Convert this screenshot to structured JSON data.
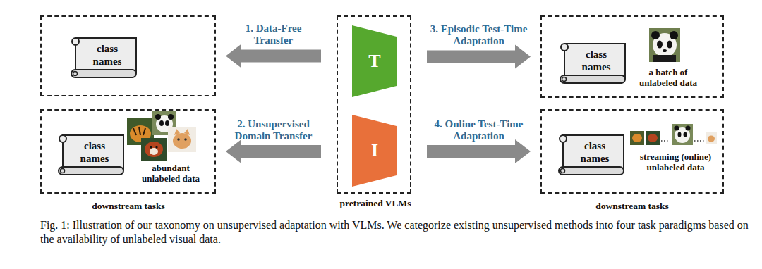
{
  "diagram": {
    "caption": "Fig. 1: Illustration of our taxonomy on unsupervised adaptation with VLMs. We categorize existing unsupervised methods into four task paradigms based on the availability of unlabeled visual data.",
    "nodes": [
      {
        "text": []
      },
      {
        "text": [
          "class names"
        ],
        "in": 0
      },
      {
        "text": [
          "pretrained VLMs"
        ]
      },
      {
        "text": [
          "T"
        ],
        "in": 2
      },
      {
        "text": [
          "I"
        ],
        "in": 2
      },
      {
        "text": [
          "a batch of unlabeled data"
        ]
      },
      {
        "text": [
          "class names"
        ],
        "in": 5
      },
      {
        "text": [
          "abundant unlabeled data"
        ]
      },
      {
        "text": [
          "class names"
        ],
        "in": 7
      },
      {
        "text": [
          "streaming (online) unlabeled data"
        ]
      },
      {
        "text": [
          "class names"
        ],
        "in": 9
      }
    ],
    "edges": [
      {
        "from": 2,
        "to": 0,
        "label": "1. Data-Free Transfer",
        "arrow": "to"
      },
      {
        "from": 2,
        "to": 7,
        "label": "2. Unsupervised Domain Transfer",
        "arrow": "to"
      },
      {
        "from": 2,
        "to": 5,
        "label": "3. Episodic Test-Time Adaptation",
        "arrow": "to"
      },
      {
        "from": 2,
        "to": 9,
        "label": "4. Online Test-Time Adaptation",
        "arrow": "to"
      }
    ],
    "labels": [
      "downstream tasks",
      "downstream tasks"
    ]
  }
}
